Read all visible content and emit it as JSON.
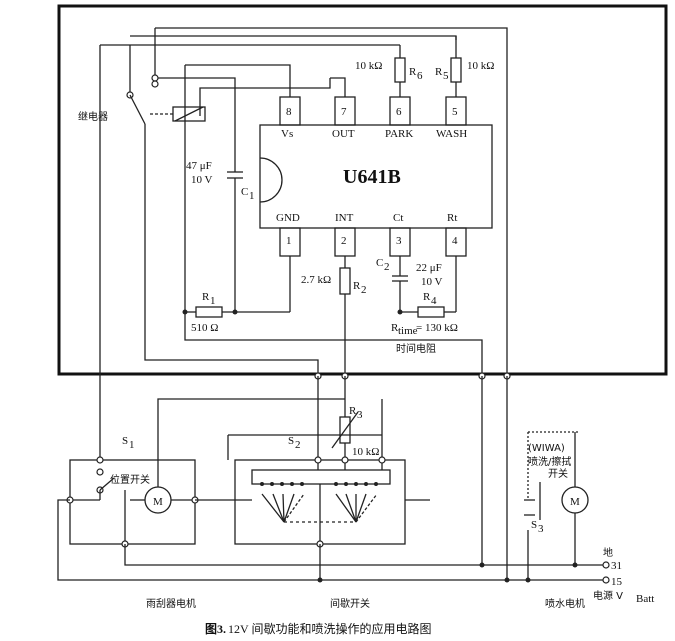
{
  "chip": {
    "name": "U641B",
    "pins_top": [
      {
        "num": "8",
        "label": "Vs"
      },
      {
        "num": "7",
        "label": "OUT"
      },
      {
        "num": "6",
        "label": "PARK"
      },
      {
        "num": "5",
        "label": "WASH"
      }
    ],
    "pins_bottom": [
      {
        "num": "1",
        "label": "GND"
      },
      {
        "num": "2",
        "label": "INT"
      },
      {
        "num": "3",
        "label": "Ct"
      },
      {
        "num": "4",
        "label": "Rt"
      }
    ]
  },
  "components": {
    "r6_value": "10 kΩ",
    "r6_name": "R",
    "r6_sub": "6",
    "r5_value": "10 kΩ",
    "r5_name": "R",
    "r5_sub": "5",
    "c1_value_1": "47 μF",
    "c1_value_2": "10 V",
    "c1_name": "C",
    "c1_sub": "1",
    "r1_name": "R",
    "r1_sub": "1",
    "r1_value": "510 Ω",
    "r2_value": "2.7 kΩ",
    "r2_name": "R",
    "r2_sub": "2",
    "c2_name": "C",
    "c2_sub": "2",
    "c2_value_1": "22 μF",
    "c2_value_2": "10 V",
    "r4_name": "R",
    "r4_sub": "4",
    "rtime_label": "R",
    "rtime_sub": "time",
    "rtime_value": " = 130 kΩ",
    "timing_resistor_cn": "时间电阻",
    "relay_cn": "继电器",
    "r3_name": "R",
    "r3_sub": "3",
    "r3_value": "10 kΩ"
  },
  "switches": {
    "s1_name": "S",
    "s1_sub": "1",
    "s1_position_cn": "位置开关",
    "s1_motor": "M",
    "s2_name": "S",
    "s2_sub": "2",
    "s3_name": "S",
    "s3_sub": "3",
    "wiwa_1": "(WIWA)",
    "wiwa_2": "喷洗/擦拭",
    "wiwa_3": "开关",
    "washer_motor": "M"
  },
  "terminals": {
    "ground_cn": "地",
    "t31": "31",
    "t15": "15",
    "power_cn": "电源 V",
    "power_sub": "Batt"
  },
  "labels": {
    "wiper_motor_cn": "雨刮器电机",
    "interval_switch_cn": "间歇开关",
    "washer_motor_cn": "喷水电机"
  },
  "caption": {
    "prefix": "图3.",
    "text": " 12V 间歇功能和喷洗操作的应用电路图"
  }
}
